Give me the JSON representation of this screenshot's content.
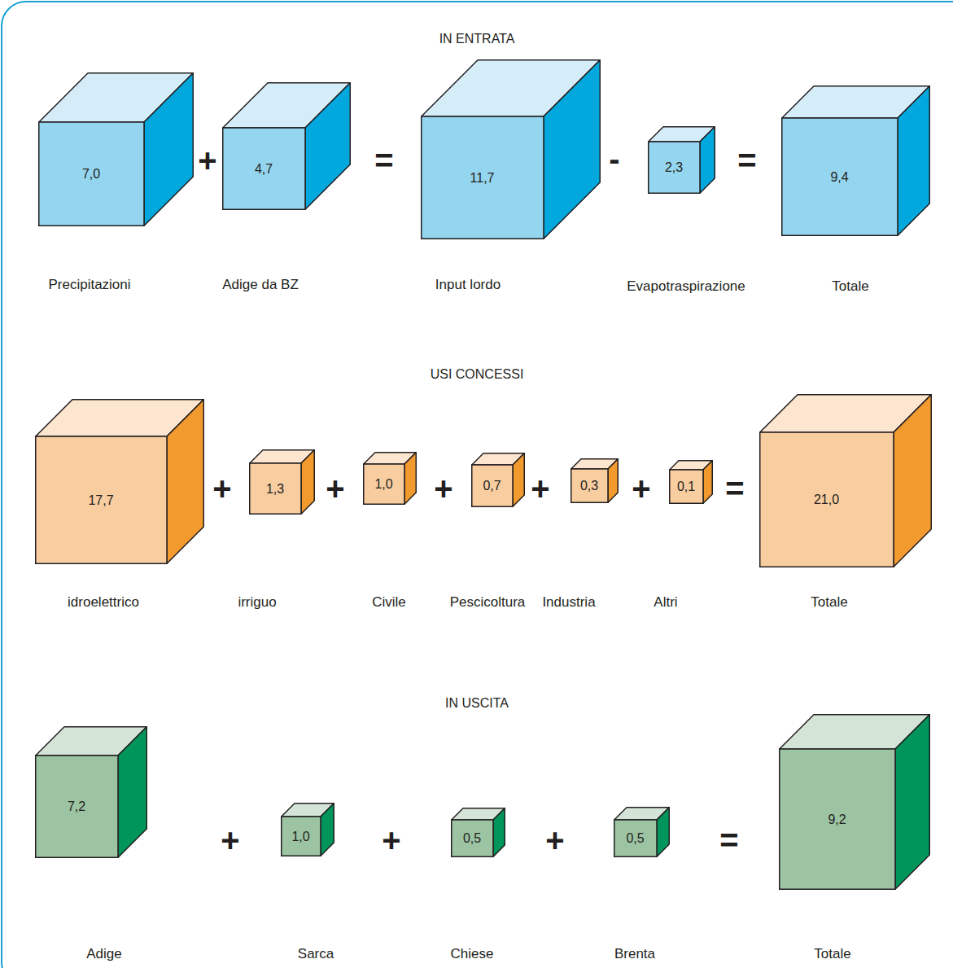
{
  "diagram": {
    "nodes": [
      {
        "text": [
          "7,0",
          "Precipitazioni"
        ]
      },
      {
        "text": [
          "4,7",
          "Adige da BZ"
        ]
      },
      {
        "text": [
          "11,7",
          "Input lordo"
        ]
      },
      {
        "text": [
          "2,3",
          "Evapotraspirazione"
        ]
      },
      {
        "text": [
          "9,4",
          "Totale"
        ]
      },
      {
        "text": [
          "17,7",
          "idroelettrico"
        ]
      },
      {
        "text": [
          "1,3",
          "irriguo"
        ]
      },
      {
        "text": [
          "1,0",
          "Civile"
        ]
      },
      {
        "text": [
          "0,7",
          "Pescicoltura"
        ]
      },
      {
        "text": [
          "0,3",
          "Industria"
        ]
      },
      {
        "text": [
          "0,1",
          "Altri"
        ]
      },
      {
        "text": [
          "21,0",
          "Totale"
        ]
      },
      {
        "text": [
          "7,2",
          "Adige"
        ]
      },
      {
        "text": [
          "1,0",
          "Sarca"
        ]
      },
      {
        "text": [
          "0,5",
          "Chiese"
        ]
      },
      {
        "text": [
          "0,5",
          "Brenta"
        ]
      },
      {
        "text": [
          "9,2",
          "Totale"
        ]
      }
    ],
    "labels": [
      "IN ENTRATA",
      "+",
      "=",
      "-",
      "=",
      "USI CONCESSI",
      "+",
      "+",
      "+",
      "+",
      "+",
      "=",
      "IN USCITA",
      "+",
      "+",
      "+",
      "="
    ]
  }
}
